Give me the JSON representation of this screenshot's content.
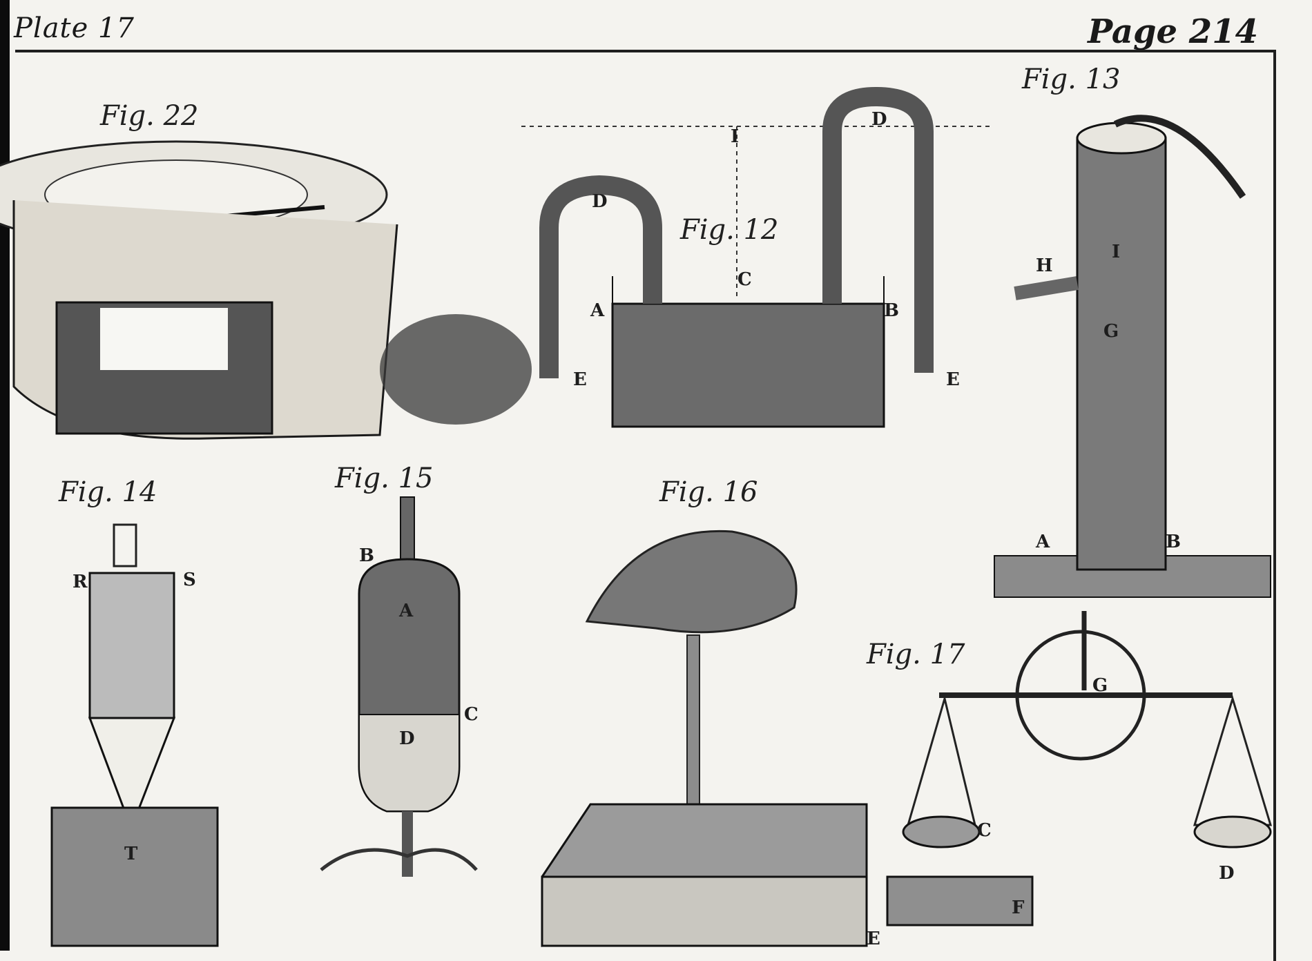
{
  "header": {
    "plate_title": "Plate 17",
    "page_number": "Page 214"
  },
  "figures": {
    "fig22": {
      "label": "Fig. 22"
    },
    "fig12": {
      "label": "Fig. 12",
      "letters": [
        "A",
        "B",
        "C",
        "D",
        "D",
        "E",
        "E",
        "I"
      ]
    },
    "fig13": {
      "label": "Fig. 13",
      "letters": [
        "A",
        "B",
        "H",
        "I",
        "G"
      ]
    },
    "fig14": {
      "label": "Fig. 14",
      "letters": [
        "R",
        "S",
        "T"
      ]
    },
    "fig15": {
      "label": "Fig. 15",
      "letters": [
        "B",
        "A",
        "C",
        "D"
      ]
    },
    "fig16": {
      "label": "Fig. 16",
      "letters": [
        "E"
      ]
    },
    "fig17": {
      "label": "Fig. 17",
      "letters": [
        "G",
        "C",
        "D",
        "F"
      ]
    }
  },
  "colors": {
    "paper": "#f4f3ef",
    "ink": "#1a1a1a",
    "edge": "#0c0c0c"
  }
}
